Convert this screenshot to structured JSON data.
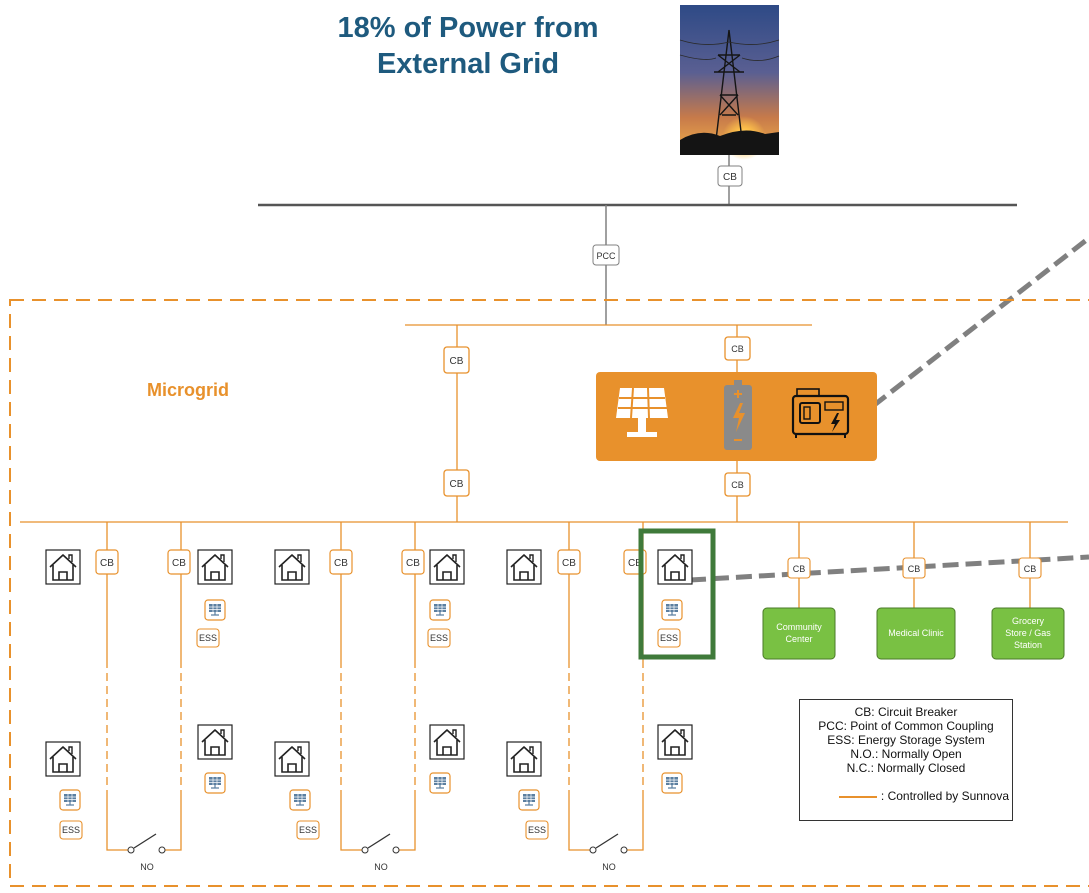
{
  "headline": {
    "line1": "18% of Power from",
    "line2": "External Grid"
  },
  "microgrid_label": "Microgrid",
  "labels": {
    "cb": "CB",
    "pcc": "PCC",
    "ess": "ESS",
    "no": "NO"
  },
  "facilities": [
    {
      "label": "Community Center"
    },
    {
      "label": "Medical Clinic"
    },
    {
      "label": "Grocery Store / Gas Station"
    }
  ],
  "legend": {
    "lines": [
      "CB: Circuit Breaker",
      "PCC: Point of Common Coupling",
      "ESS: Energy Storage System",
      "N.O.: Normally Open",
      "N.C.: Normally Closed"
    ],
    "controlled": ": Controlled by Sunnova"
  },
  "colors": {
    "orange": "#e8912c",
    "grid_line": "#808080",
    "highlight": "#3f7a3a",
    "facility_fill": "#79c143",
    "headline": "#1e5a7e"
  }
}
